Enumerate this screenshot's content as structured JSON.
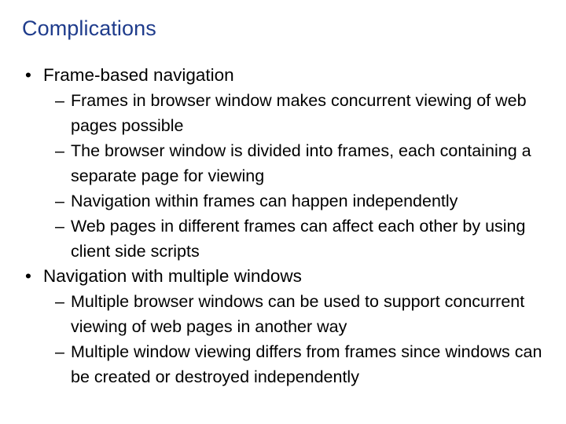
{
  "slide": {
    "title": "Complications",
    "title_color": "#1F3C8C",
    "background_color": "#FFFFFF",
    "text_color": "#000000",
    "bullet_marker_level1": "•",
    "bullet_marker_level2": "–",
    "outline": [
      {
        "level": 1,
        "text": "Frame-based navigation"
      },
      {
        "level": 2,
        "text": "Frames in browser window makes concurrent viewing of web pages possible"
      },
      {
        "level": 2,
        "text": "The browser window is divided into frames, each containing a separate page for viewing"
      },
      {
        "level": 2,
        "text": "Navigation within frames can happen independently"
      },
      {
        "level": 2,
        "text": "Web pages in different frames can affect each other by using client side scripts"
      },
      {
        "level": 1,
        "text": "Navigation with multiple windows"
      },
      {
        "level": 2,
        "text": "Multiple browser windows can be used to support concurrent viewing of web pages in another way"
      },
      {
        "level": 2,
        "text": "Multiple window viewing differs from frames since windows can be created or destroyed independently"
      }
    ]
  }
}
